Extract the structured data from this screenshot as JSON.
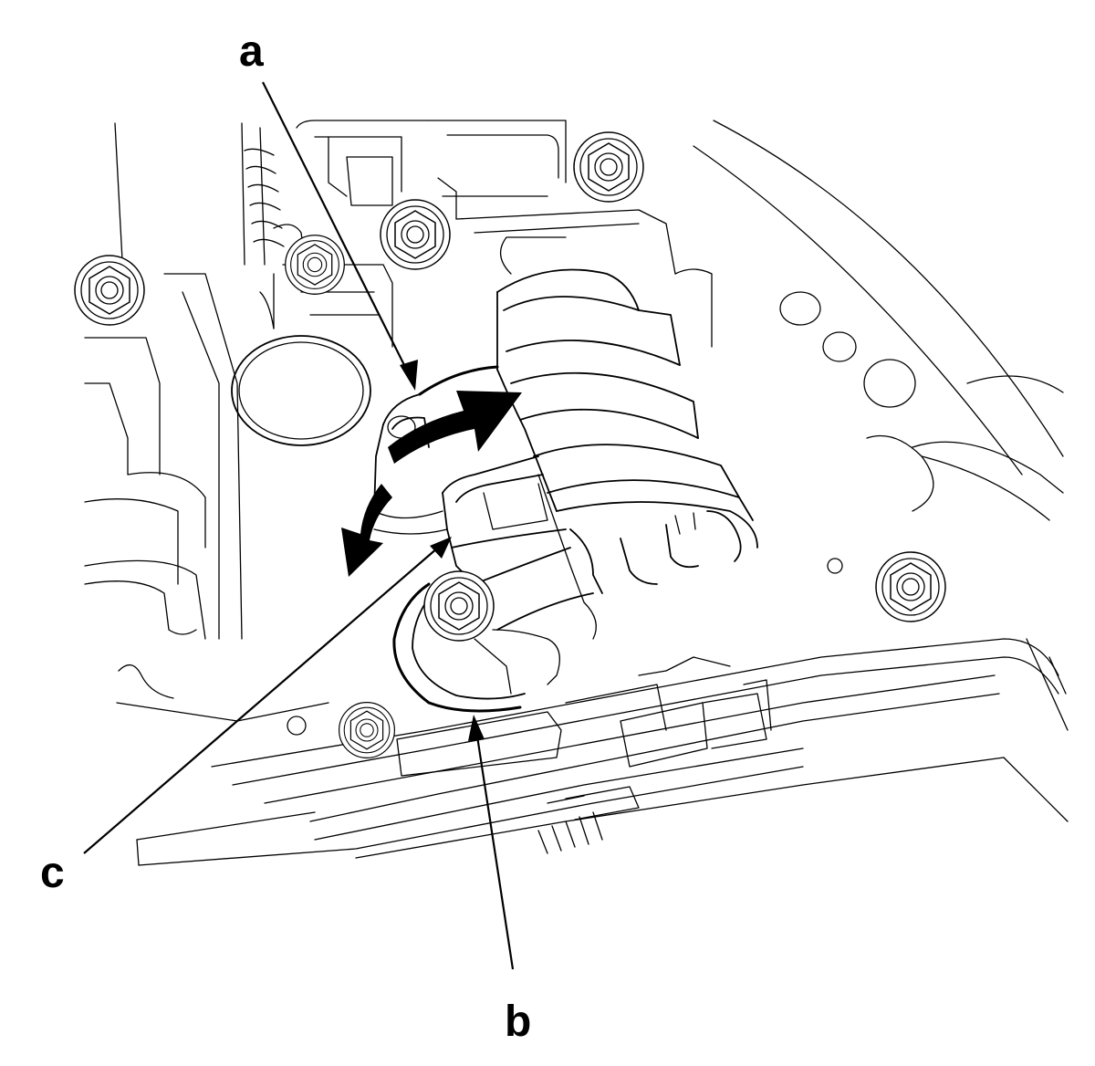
{
  "figure": {
    "callouts": [
      {
        "id": "a",
        "label": "a"
      },
      {
        "id": "b",
        "label": "b"
      },
      {
        "id": "c",
        "label": "c"
      }
    ],
    "colors": {
      "line": "#000000",
      "background": "#ffffff"
    },
    "icons": [
      "rotation-arrow-icon",
      "bolt-icon"
    ]
  }
}
